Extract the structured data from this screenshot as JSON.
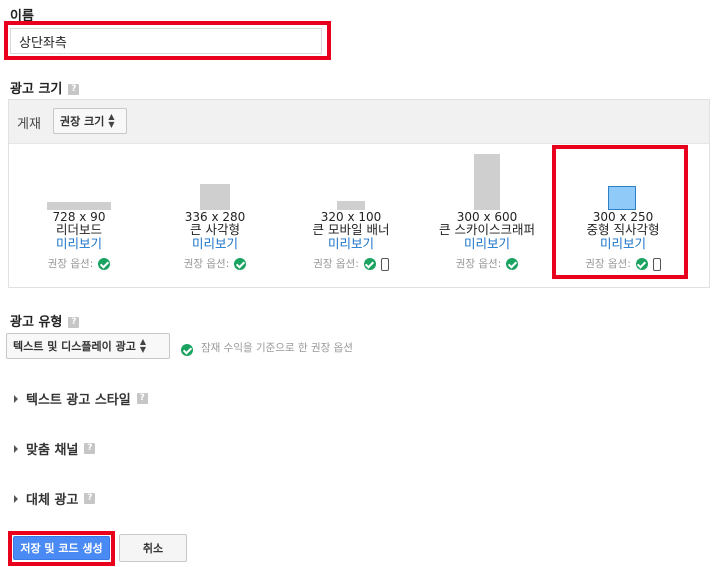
{
  "name_section": {
    "label": "이름",
    "value": "상단좌측"
  },
  "ad_size": {
    "label": "광고 크기",
    "display_label": "게재",
    "display_select": "권장 크기",
    "items": [
      {
        "dim": "728 x 90",
        "name": "리더보드",
        "preview": "미리보기",
        "recommended": "권장 옵션:"
      },
      {
        "dim": "336 x 280",
        "name": "큰 사각형",
        "preview": "미리보기",
        "recommended": "권장 옵션:"
      },
      {
        "dim": "320 x 100",
        "name": "큰 모바일 배너",
        "preview": "미리보기",
        "recommended": "권장 옵션:"
      },
      {
        "dim": "300 x 600",
        "name": "큰 스카이스크래퍼",
        "preview": "미리보기",
        "recommended": "권장 옵션:"
      },
      {
        "dim": "300 x 250",
        "name": "중형 직사각형",
        "preview": "미리보기",
        "recommended": "권장 옵션:"
      }
    ]
  },
  "ad_type": {
    "label": "광고 유형",
    "select": "텍스트 및 디스플레이 광고",
    "note": "잠재 수익을 기준으로 한 권장 옵션"
  },
  "sections": {
    "text_style": "텍스트 광고 스타일",
    "custom_channel": "맞춤 채널",
    "backup_ads": "대체 광고"
  },
  "buttons": {
    "save": "저장 및 코드 생성",
    "cancel": "취소"
  },
  "colors": {
    "accent_blue": "#4a8af4",
    "highlight_red": "#e8001c",
    "check_green": "#1aa260",
    "selected_fill": "#8fcaf8"
  }
}
